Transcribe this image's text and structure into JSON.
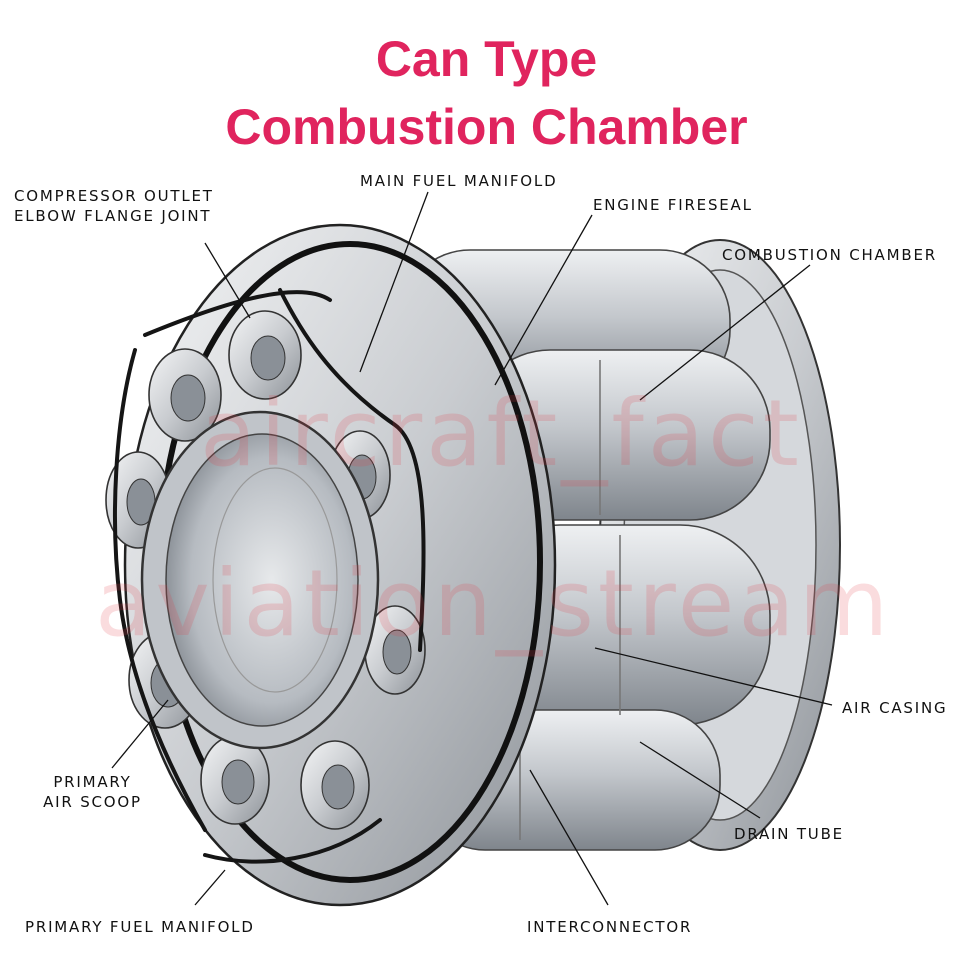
{
  "title": {
    "line1": "Can Type",
    "line2": "Combustion Chamber",
    "color": "#e0245e"
  },
  "labels": {
    "compressor_outlet_line1": "COMPRESSOR OUTLET",
    "compressor_outlet_line2": "ELBOW FLANGE JOINT",
    "main_fuel_manifold": "MAIN FUEL MANIFOLD",
    "engine_fireseal": "ENGINE FIRESEAL",
    "combustion_chamber": "COMBUSTION CHAMBER",
    "air_casing": "AIR CASING",
    "drain_tube": "DRAIN TUBE",
    "interconnector": "INTERCONNECTOR",
    "primary_fuel_manifold": "PRIMARY FUEL MANIFOLD",
    "primary_air_scoop_line1": "PRIMARY",
    "primary_air_scoop_line2": "AIR SCOOP"
  },
  "watermark": {
    "line1": "aircraft_fact",
    "line2": "aviation_stream"
  }
}
